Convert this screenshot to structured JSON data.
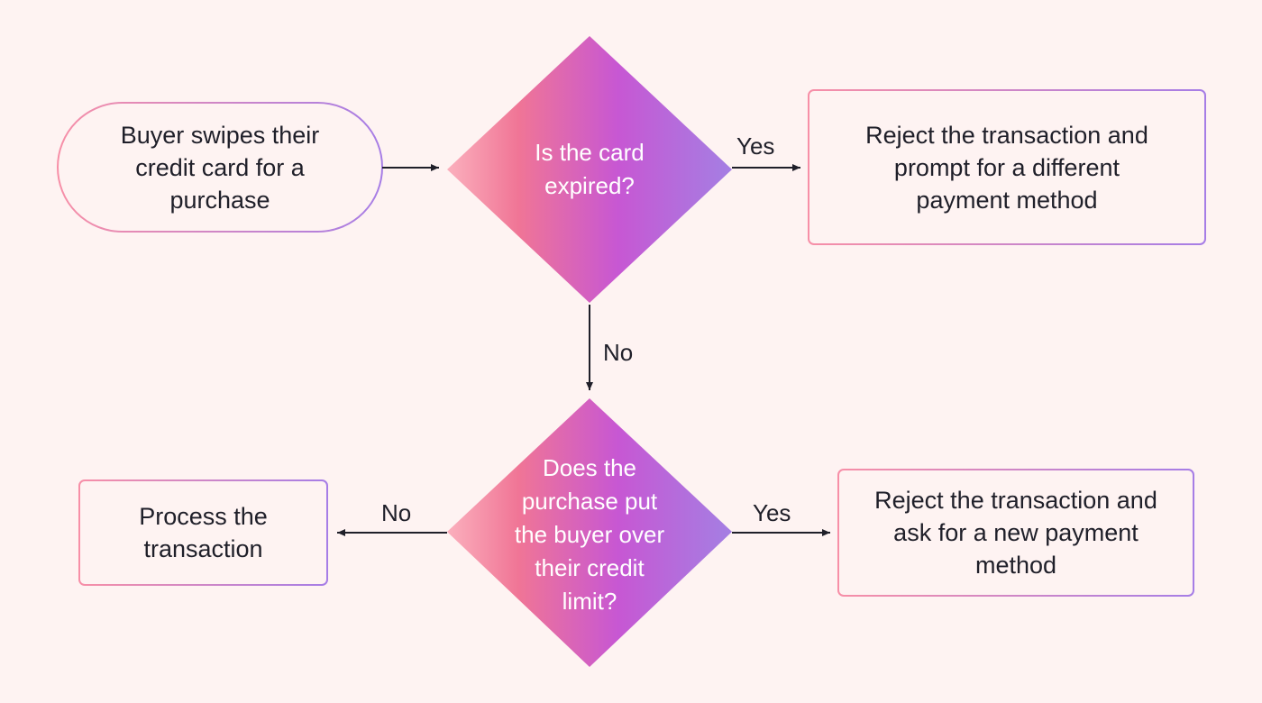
{
  "colors": {
    "background": "#fef3f2",
    "gradient_pink": "#f78fa7",
    "gradient_magenta": "#e05aa8",
    "gradient_purple": "#c457d6",
    "gradient_violet": "#a67de6",
    "text": "#1f1f29",
    "arrow": "#1f1f29"
  },
  "nodes": {
    "start": {
      "text": "Buyer swipes their\ncredit card for a\npurchase"
    },
    "decision_expired": {
      "text": "Is the card\nexpired?"
    },
    "reject_expired": {
      "text": "Reject the transaction and\nprompt for a different\npayment method"
    },
    "decision_limit": {
      "text": "Does the\npurchase put\nthe buyer over\ntheir credit\nlimit?"
    },
    "process": {
      "text": "Process the\ntransaction"
    },
    "reject_limit": {
      "text": "Reject the transaction and\nask for a new payment\nmethod"
    }
  },
  "edges": {
    "expired_yes": "Yes",
    "expired_no": "No",
    "limit_no": "No",
    "limit_yes": "Yes"
  }
}
